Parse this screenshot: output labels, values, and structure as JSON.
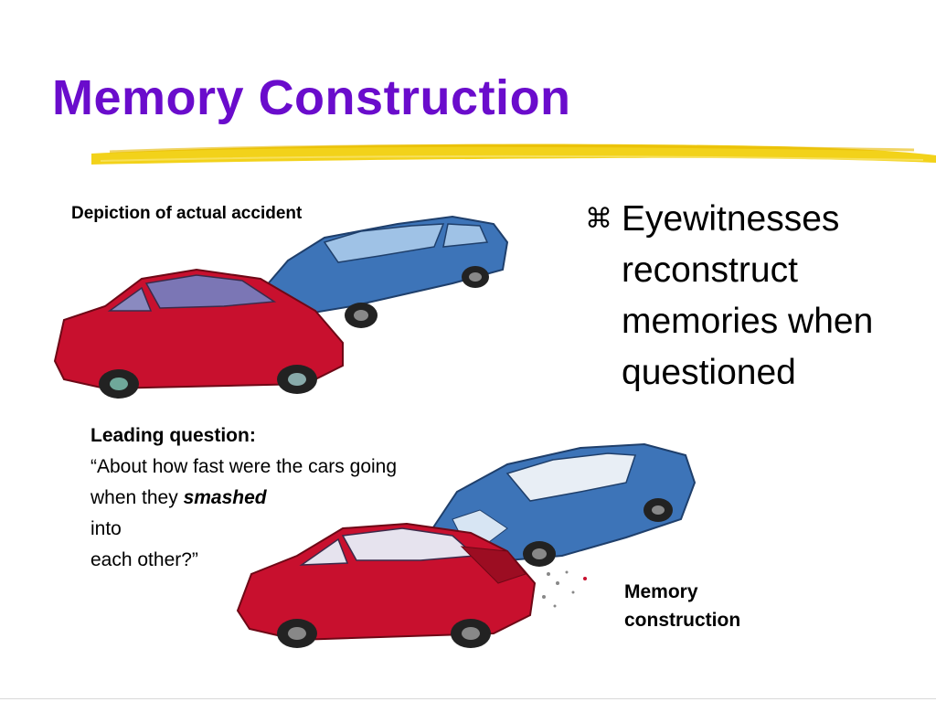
{
  "slide": {
    "title": "Memory Construction",
    "top_caption": "Depiction of actual accident",
    "bullet": {
      "icon": "command-key-icon",
      "glyph": "⌘",
      "text": "Eyewitnesses reconstruct memories when questioned"
    },
    "leading_question": {
      "label": "Leading question:",
      "line_part1": "“About how fast were the cars going when they",
      "emphasis": "smashed",
      "line_part2": "into",
      "line_part3": "each other?”"
    },
    "bottom_caption": "Memory construction"
  },
  "colors": {
    "title": "#6a0ccc",
    "accent_stroke": "#f2d21a",
    "red_car": "#c8102e",
    "blue_car": "#3d74b8"
  }
}
